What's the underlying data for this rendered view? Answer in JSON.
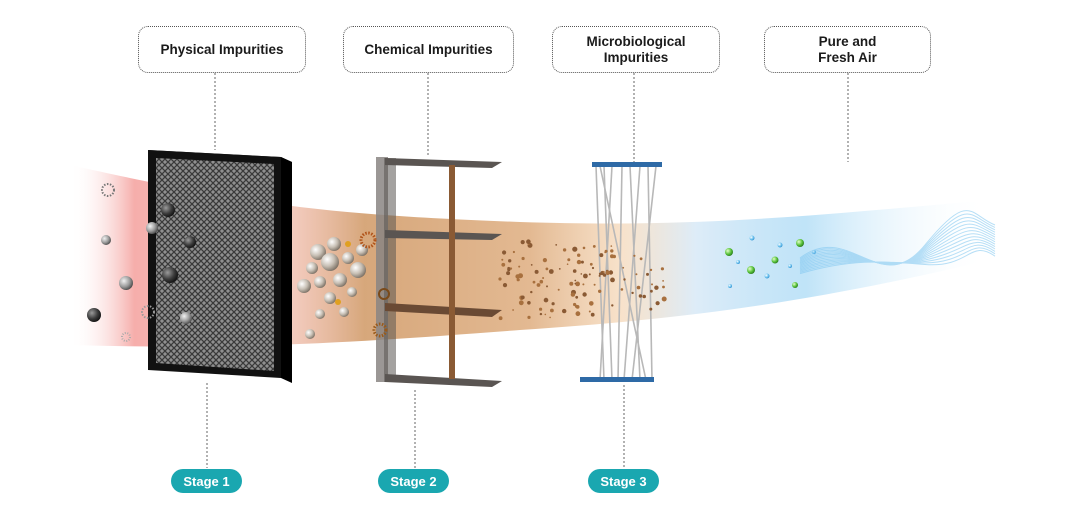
{
  "labels": {
    "physical": [
      "Physical Impurities"
    ],
    "chemical": [
      "Chemical Impurities"
    ],
    "microbiological": [
      "Microbiological",
      "Impurities"
    ],
    "pure": [
      "Pure and",
      "Fresh Air"
    ]
  },
  "stages": {
    "stage1": "Stage 1",
    "stage2": "Stage 2",
    "stage3": "Stage 3"
  },
  "colors": {
    "dirty_air": "#e8554f",
    "chemical_air": "#c98a4f",
    "fresh_air": "#7ec6f0",
    "badge": "#1aa7b0",
    "mesh_frame": "#111111",
    "carbon_frame": "#5a5552",
    "hepa_rail": "#2e6aa6"
  },
  "icons": [
    "dust-particle-icon",
    "pollen-icon",
    "chemical-particle-icon",
    "bacteria-dot-icon",
    "fresh-air-bubble-icon",
    "air-wave-icon"
  ]
}
